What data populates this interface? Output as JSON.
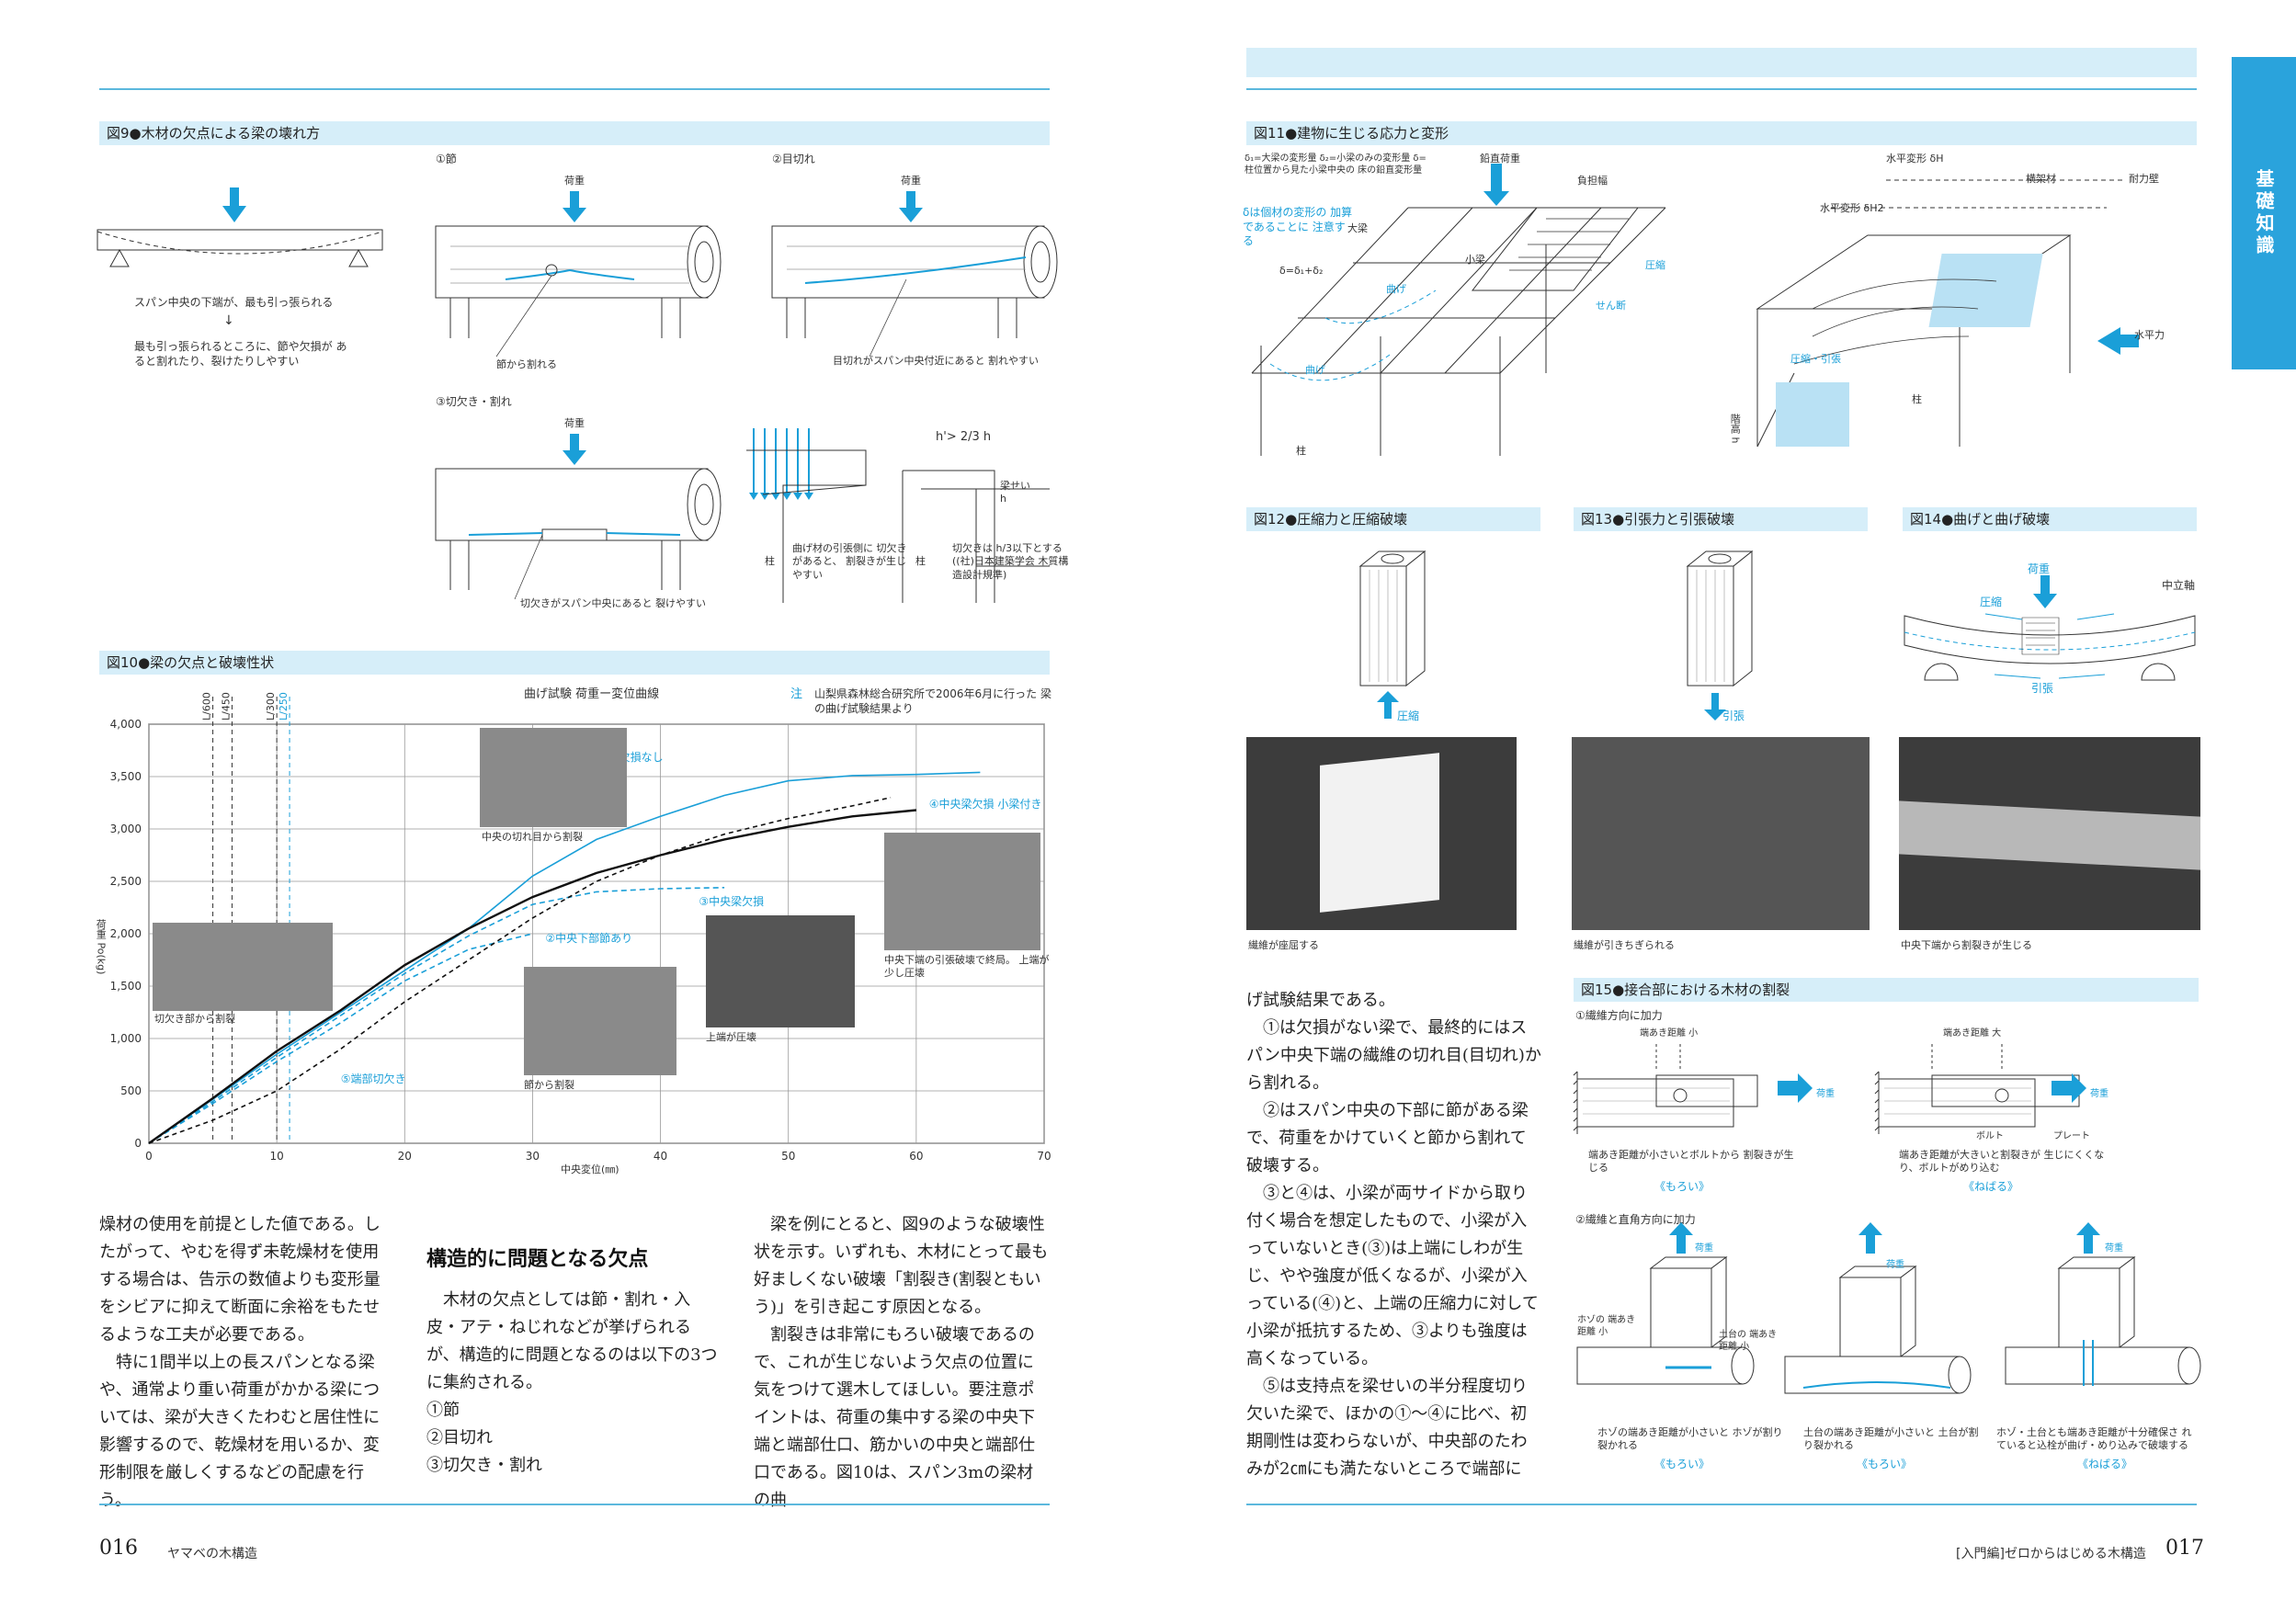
{
  "left": {
    "fig9": {
      "caption": "図9●木材の欠点による梁の壊れ方",
      "intro1": "スパン中央の下端が、最も引っ張られる",
      "intro2": "最も引っ張られるところに、節や欠損が あると割れたり、裂けたりしやすい",
      "p1_title": "①節",
      "p1_load": "荷重",
      "p1_note": "節から割れる",
      "p2_title": "②目切れ",
      "p2_load": "荷重",
      "p2_note": "目切れがスパン中央付近にあると 割れやすい",
      "p3_title": "③切欠き・割れ",
      "p3_load": "荷重",
      "p3_note": "切欠きがスパン中央にあると 裂けやすい",
      "d_formula": "h'> 2/3 h",
      "d_h": "梁せい h",
      "d_col1": "柱",
      "d_col2": "柱",
      "d_note1": "曲げ材の引張側に 切欠きがあると、 割裂きが生じやすい",
      "d_note2": "切欠きは h/3以下とする ((社)日本建築学会 木質構造設計規準)"
    },
    "fig10": {
      "caption": "図10●梁の欠点と破壊性状",
      "chart_title": "曲げ試験 荷重ー変位曲線",
      "note_mark": "注",
      "note": "山梨県森林総合研究所で2006年6月に行った 梁の曲げ試験結果より",
      "ylabel": "荷重 Po(kg)",
      "xlabel": "中央変位(㎜)",
      "photo_captions": [
        "中央の切れ目から割裂",
        "切欠き部から割裂",
        "節から割裂",
        "上端が圧壊",
        "中央下端の引張破壊で終局。 上端が少し圧壊"
      ]
    },
    "col1": [
      "燥材の使用を前提とした値である。したがって、やむを得ず未乾燥材を使用する場合は、告示の数値よりも変形量をシビアに抑えて断面に余裕をもたせるような工夫が必要である。",
      "特に1間半以上の長スパンとなる梁や、通常より重い荷重がかかる梁については、梁が大きくたわむと居住性に影響するので、乾燥材を用いるか、変形制限を厳しくするなどの配慮を行う。"
    ],
    "col2_heading": "構造的に問題となる欠点",
    "col2_text": "木材の欠点としては節・割れ・入皮・アテ・ねじれなどが挙げられるが、構造的に問題となるのは以下の3つに集約される。",
    "col2_items": [
      "①節",
      "②目切れ",
      "③切欠き・割れ"
    ],
    "col3": [
      "梁を例にとると、図9のような破壊性状を示す。いずれも、木材にとって最も好ましくない破壊「割裂き(割裂ともいう)」を引き起こす原因となる。",
      "割裂きは非常にもろい破壊であるので、これが生じないよう欠点の位置に気をつけて選木してほしい。要注意ポイントは、荷重の集中する梁の中央下端と端部仕口、筋かいの中央と端部仕口である。図10は、スパン3mの梁材の曲"
    ],
    "page_no": "016",
    "footer": "ヤマベの木構造"
  },
  "right": {
    "tab": "基礎知識",
    "fig11": {
      "caption": "図11●建物に生じる応力と変形",
      "legend": "δ₁=大梁の変形量 δ₂=小梁のみの変形量 δ=柱位置から見た小梁中央の 床の鉛直変形量",
      "legend_b": "δは個材の変形の 加算であることに 注意する",
      "formula": "δ=δ₁+δ₂",
      "l_load": "鉛直荷重",
      "l_width": "負担幅",
      "l_beam": "大梁",
      "l_small": "小梁",
      "l_bend1": "曲げ",
      "l_bend2": "曲げ",
      "l_tens": "圧縮",
      "l_shear": "せん断",
      "l_col": "柱",
      "r_horiz": "水平変形 δH",
      "r_horiz2": "水平変形 δH2",
      "r_beam": "横架材",
      "r_wall": "耐力壁",
      "r_force": "水平力",
      "r_height": "階高 h",
      "r_col": "柱",
      "r_ct": "圧縮・引張"
    },
    "fig12": {
      "caption": "図12●圧縮力と圧縮破壊",
      "arrow": "圧縮",
      "photo": "繊維が座屈する"
    },
    "fig13": {
      "caption": "図13●引張力と引張破壊",
      "arrow": "引張",
      "photo": "繊維が引きちぎられる"
    },
    "fig14": {
      "caption": "図14●曲げと曲げ破壊",
      "load": "荷重",
      "comp": "圧縮",
      "neutral": "中立軸",
      "tens": "引張",
      "photo": "中央下端から割裂きが生じる"
    },
    "fig15": {
      "caption": "図15●接合部における木材の割裂",
      "s1": "①繊維方向に加力",
      "s2": "②繊維と直角方向に加力",
      "a_label": "端あき距離 小",
      "a_load": "荷重",
      "a_note": "端あき距離が小さいとボルトから 割裂きが生じる",
      "a_tag": "《もろい》",
      "b_label": "端あき距離 大",
      "b_load": "荷重",
      "b_bolt": "ボルト",
      "b_plate": "プレート",
      "b_note": "端あき距離が大きいと割裂きが 生じにくくなり、ボルトがめり込む",
      "b_tag": "《ねばる》",
      "c_label": "ホゾの 端あき距離 小",
      "c_load": "荷重",
      "c_note": "ホゾの端あき距離が小さいと ホゾが割り裂かれる",
      "c_tag": "《もろい》",
      "d_label": "土台の 端あき距離 小",
      "d_load": "荷重",
      "d_note": "土台の端あき距離が小さいと 土台が割り裂かれる",
      "d_tag": "《もろい》",
      "e_load": "荷重",
      "e_note": "ホゾ・土台とも端あき距離が十分確保さ れていると込栓が曲げ・めり込みで破壊する",
      "e_tag": "《ねばる》"
    },
    "text": [
      "げ試験結果である。",
      "①は欠損がない梁で、最終的にはスパン中央下端の繊維の切れ目(目切れ)から割れる。",
      "②はスパン中央の下部に節がある梁で、荷重をかけていくと節から割れて破壊する。",
      "③と④は、小梁が両サイドから取り付く場合を想定したもので、小梁が入っていないとき(③)は上端にしわが生じ、やや強度が低くなるが、小梁が入っている(④)と、上端の圧縮力に対して小梁が抵抗するため、③よりも強度は高くなっている。",
      "⑤は支持点を梁せいの半分程度切り欠いた梁で、ほかの①〜④に比べ、初期剛性は変わらないが、中央部のたわみが2㎝にも満たないところで端部に"
    ],
    "page_no": "017",
    "footer": "[入門編]ゼロからはじめる木構造"
  },
  "chart_data": {
    "type": "line",
    "title": "曲げ試験 荷重ー変位曲線",
    "xlabel": "中央変位(㎜)",
    "ylabel": "荷重 Po(kg)",
    "xlim": [
      0,
      70
    ],
    "ylim": [
      0,
      4000
    ],
    "xticks": [
      0,
      10,
      20,
      30,
      40,
      50,
      60,
      70
    ],
    "yticks": [
      0,
      500,
      1000,
      1500,
      2000,
      2500,
      3000,
      3500,
      4000
    ],
    "ytick_labels": [
      "0",
      "500",
      "1,000",
      "1,500",
      "2,000",
      "2,500",
      "3,000",
      "3,500",
      "4,000"
    ],
    "vlines": [
      {
        "label": "L/600",
        "x": 5
      },
      {
        "label": "L/450",
        "x": 6.5
      },
      {
        "label": "L/300",
        "x": 10
      },
      {
        "label": "L/250",
        "x": 11
      }
    ],
    "series": [
      {
        "name": "①欠損なし",
        "color": "#1a9fd8",
        "dash": "",
        "x": [
          0,
          5,
          10,
          15,
          20,
          25,
          30,
          35,
          40,
          45,
          50,
          55,
          60,
          65
        ],
        "y": [
          0,
          420,
          850,
          1250,
          1650,
          2050,
          2550,
          2900,
          3120,
          3320,
          3460,
          3510,
          3520,
          3540
        ]
      },
      {
        "name": "②中央下部節あり",
        "color": "#1a9fd8",
        "dash": "6,4",
        "x": [
          0,
          5,
          10,
          15,
          20,
          25,
          30
        ],
        "y": [
          0,
          380,
          780,
          1150,
          1550,
          1850,
          2000
        ]
      },
      {
        "name": "③中央梁欠損",
        "color": "#1a9fd8",
        "dash": "6,4",
        "x": [
          0,
          5,
          10,
          15,
          20,
          25,
          30,
          35,
          40,
          45
        ],
        "y": [
          0,
          400,
          820,
          1220,
          1620,
          1980,
          2280,
          2400,
          2430,
          2440
        ]
      },
      {
        "name": "④中央梁欠損 小梁付き",
        "color": "#111111",
        "dash": "",
        "x": [
          0,
          5,
          10,
          15,
          20,
          25,
          30,
          35,
          40,
          45,
          50,
          55,
          60
        ],
        "y": [
          0,
          430,
          880,
          1270,
          1700,
          2050,
          2350,
          2580,
          2750,
          2900,
          3020,
          3120,
          3180
        ]
      },
      {
        "name": "⑤端部切欠き",
        "color": "#111111",
        "dash": "5,4",
        "x": [
          0,
          5,
          10,
          15,
          20,
          25,
          30,
          35,
          40,
          45,
          50,
          55,
          58
        ],
        "y": [
          0,
          220,
          500,
          900,
          1350,
          1750,
          2150,
          2500,
          2750,
          2950,
          3100,
          3220,
          3300
        ]
      }
    ]
  }
}
